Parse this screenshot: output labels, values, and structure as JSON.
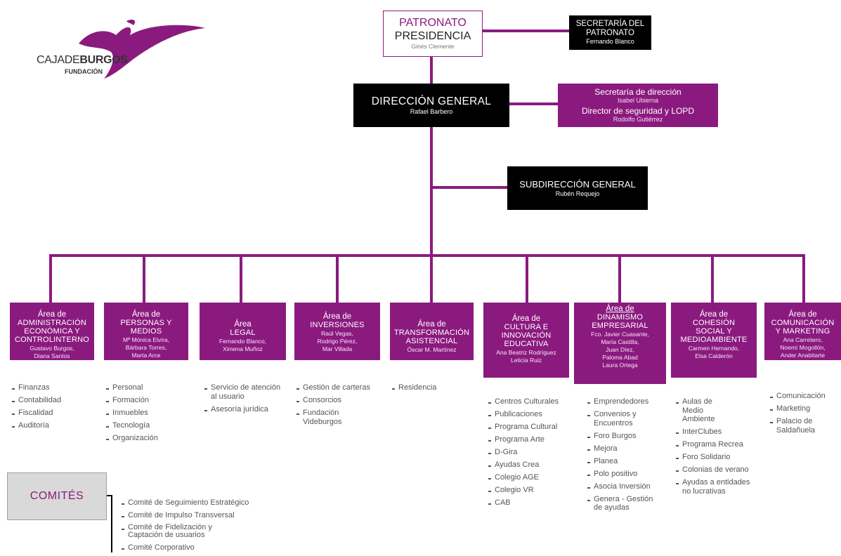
{
  "logo": {
    "brand_light": "CAJADE",
    "brand_bold": "BURGOS",
    "subtitle": "FUNDACIÓN"
  },
  "patronato": {
    "line1": "PATRONATO",
    "line2": "PRESIDENCIA",
    "person": "Ginés Clemente"
  },
  "secretaria_patronato": {
    "line1": "SECRETARÍA DEL",
    "line2": "PATRONATO",
    "person": "Fernando Blanco"
  },
  "direccion_general": {
    "title": "DIRECCIÓN GENERAL",
    "person": "Rafael Barbero"
  },
  "secretaria_direccion": {
    "title1": "Secretaría de dirección",
    "person1": "Isabel Ubierna",
    "title2": "Director de seguridad y LOPD",
    "person2": "Rodolfo Gutiérrez"
  },
  "subdireccion": {
    "title": "SUBDIRECCIÓN GENERAL",
    "person": "Rubén Requejo"
  },
  "areas": [
    {
      "label": "Área de",
      "name": [
        "ADMINISTRACIÓN",
        "ECONÓMICA Y",
        "CONTROLINTERNO"
      ],
      "people": [
        "Gustavo Burgos,",
        "Diana Santos"
      ],
      "items": [
        "Finanzas",
        "Contabilidad",
        "Fiscalidad",
        "Auditoría"
      ]
    },
    {
      "label": "Área de",
      "name": [
        "PERSONAS Y",
        "MEDIOS"
      ],
      "people": [
        "Mª Mónica Elvira,",
        "Bárbara Torres,",
        "Marta Arce"
      ],
      "items": [
        "Personal",
        "Formación",
        "Inmuebles",
        "Tecnología",
        "Organización"
      ]
    },
    {
      "label": "Área",
      "name": [
        "LEGAL"
      ],
      "people": [
        "Fernando Blanco,",
        "Ximena Muñoz"
      ],
      "items": [
        "Servicio de atención al usuario",
        "Asesoría jurídica"
      ]
    },
    {
      "label": "Área de",
      "name": [
        "INVERSIONES"
      ],
      "people": [
        "Raúl Vegas,",
        "Rodrigo Pérez,",
        "Mar Villada"
      ],
      "items": [
        "Gestión de carteras",
        "Consorcios",
        "Fundación Videburgos"
      ]
    },
    {
      "label": "Área de",
      "name": [
        "TRANSFORMACIÓN",
        "ASISTENCIAL"
      ],
      "people": [
        "Óscar M. Martínez"
      ],
      "items": [
        "Residencia"
      ]
    },
    {
      "label": "Área de",
      "name": [
        "CULTURA E",
        "INNOVACIÓN",
        "EDUCATIVA"
      ],
      "people": [
        "Ana Beatriz Rodríguez",
        "Leticia Ruiz"
      ],
      "items": [
        "Centros Culturales",
        "Publicaciones",
        "Programa Cultural",
        "Programa Arte",
        "D-Gira",
        "Ayudas Crea",
        "Colegio AGE",
        "Colegio VR",
        "CAB"
      ]
    },
    {
      "label": "Área de",
      "name": [
        "DINAMISMO",
        "EMPRESARIAL"
      ],
      "people": [
        "Fco. Javier Cuasante,",
        "María Castilla,",
        "Juan Díez,",
        "Paloma Abad",
        "Laura Ortega"
      ],
      "items": [
        "Emprendedores",
        "Convenios y Encuentros",
        "Foro Burgos",
        "Mejora",
        "Planea",
        "Polo positivo",
        "Asocia Inversión",
        "Genera - Gestión de ayudas"
      ]
    },
    {
      "label": "Área de",
      "name": [
        "COHESIÓN",
        "SOCIAL Y",
        "MEDIOAMBIENTE"
      ],
      "people": [
        "Carmen Hernando,",
        "Elsa Calderón"
      ],
      "items": [
        "Aulas de Medio Ambiente",
        "InterClubes",
        "Programa Recrea",
        "Foro Solidario",
        "Colonias de verano",
        "Ayudas a entidades no lucrativas"
      ]
    },
    {
      "label": "Área de",
      "name": [
        "COMUNICACIÓN",
        "Y MARKETING"
      ],
      "people": [
        "Ana Carretero,",
        "Noemí Mogollón,",
        "Ander Anabitarte"
      ],
      "items": [
        "Comunicación",
        "Marketing",
        "Palacio de Saldañuela"
      ]
    }
  ],
  "comites": {
    "title": "COMITÉS",
    "items": [
      "Comité de Seguimiento Estratégico",
      "Comité de Impulso Transversal",
      "Comité de Fidelización y Captación de usuarios",
      "Comité Corporativo"
    ]
  },
  "colors": {
    "purple": "#8b1a7f",
    "black": "#000000",
    "gray_box": "#d9d9d9",
    "list_text": "#555555"
  }
}
